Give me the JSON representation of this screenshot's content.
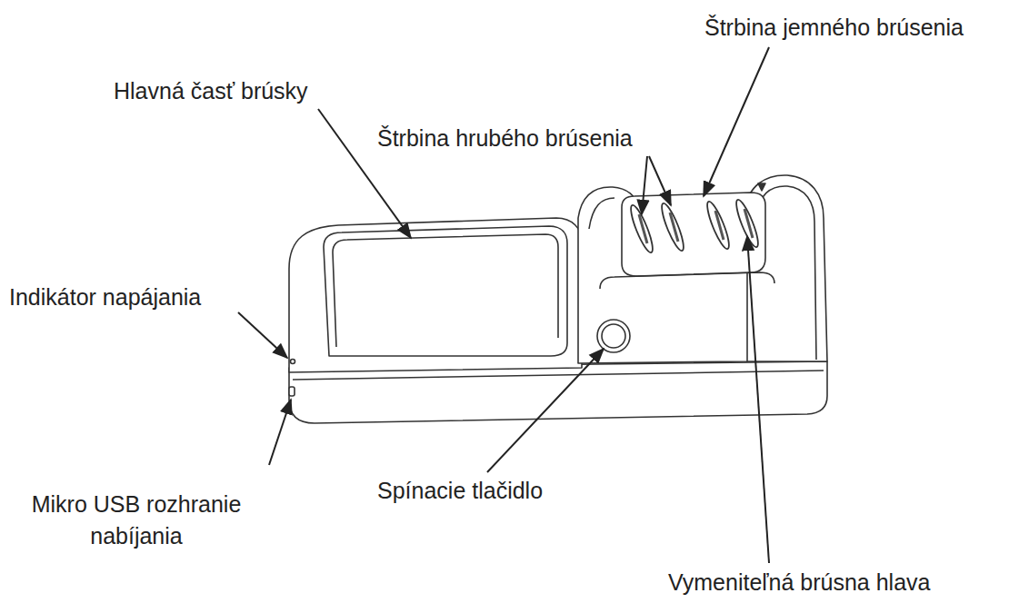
{
  "diagram": {
    "labels": [
      "Štrbina jemného brúsenia",
      "Hlavná časť brúsky",
      "Štrbina hrubého brúsenia",
      "Indikátor napájania",
      "Spínacie tlačidlo",
      "Mikro USB rozhranie nabíjania",
      "Vymeniteľná brúsna hlava"
    ]
  }
}
